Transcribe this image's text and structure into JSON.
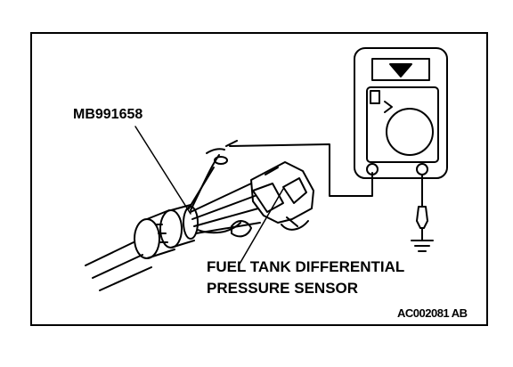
{
  "labels": {
    "tool": "MB991658",
    "sensor_line1": "FUEL TANK DIFFERENTIAL",
    "sensor_line2": "PRESSURE SENSOR",
    "figure_code": "AC002081 AB"
  },
  "icons": {
    "meter": "multimeter-icon",
    "connector": "connector-icon",
    "ground": "ground-symbol-icon"
  },
  "colors": {
    "ink": "#000000",
    "paper": "#ffffff"
  }
}
